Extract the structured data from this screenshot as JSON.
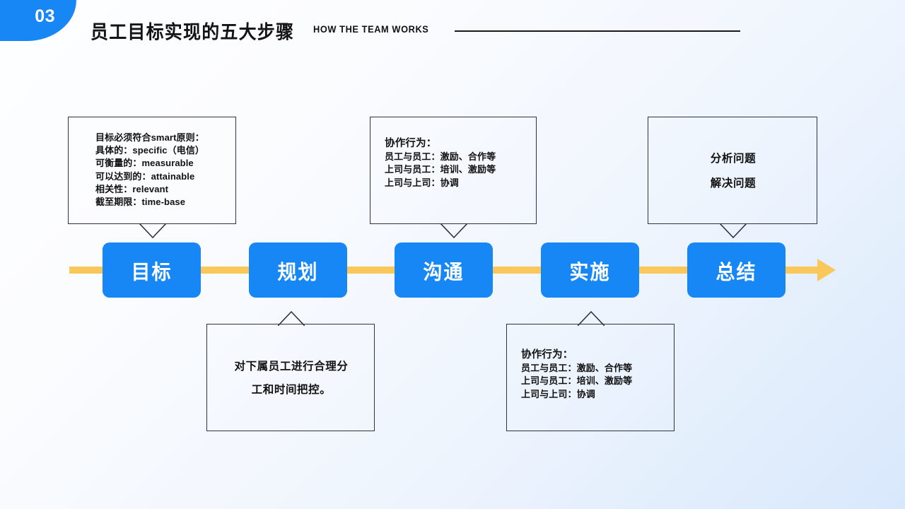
{
  "header": {
    "badge_number": "03",
    "title_cn": "员工目标实现的五大步骤",
    "title_en": "HOW THE TEAM WORKS"
  },
  "colors": {
    "accent_blue": "#1787f5",
    "timeline_orange": "#fac75b",
    "outline": "#2b3440",
    "text": "#111111"
  },
  "timeline": {
    "steps": [
      {
        "label": "目标"
      },
      {
        "label": "规划"
      },
      {
        "label": "沟通"
      },
      {
        "label": "实施"
      },
      {
        "label": "总结"
      }
    ]
  },
  "callouts": {
    "smart": {
      "lines": [
        "目标必须符合smart原则：",
        "具体的：specific（电信）",
        "可衡量的：measurable",
        "可以达到的：attainable",
        "相关性：relevant",
        "截至期限：time-base"
      ]
    },
    "collaboration_top": {
      "title": "协作行为：",
      "lines": [
        "员工与员工：激励、合作等",
        "上司与员工：培训、激励等",
        "上司与上司：协调"
      ]
    },
    "analyze": {
      "lines": [
        "分析问题",
        "解决问题"
      ]
    },
    "assign": {
      "lines": [
        "对下属员工进行合理分",
        "工和时间把控。"
      ]
    },
    "collaboration_bottom": {
      "title": "协作行为：",
      "lines": [
        "员工与员工：激励、合作等",
        "上司与员工：培训、激励等",
        "上司与上司：协调"
      ]
    }
  }
}
